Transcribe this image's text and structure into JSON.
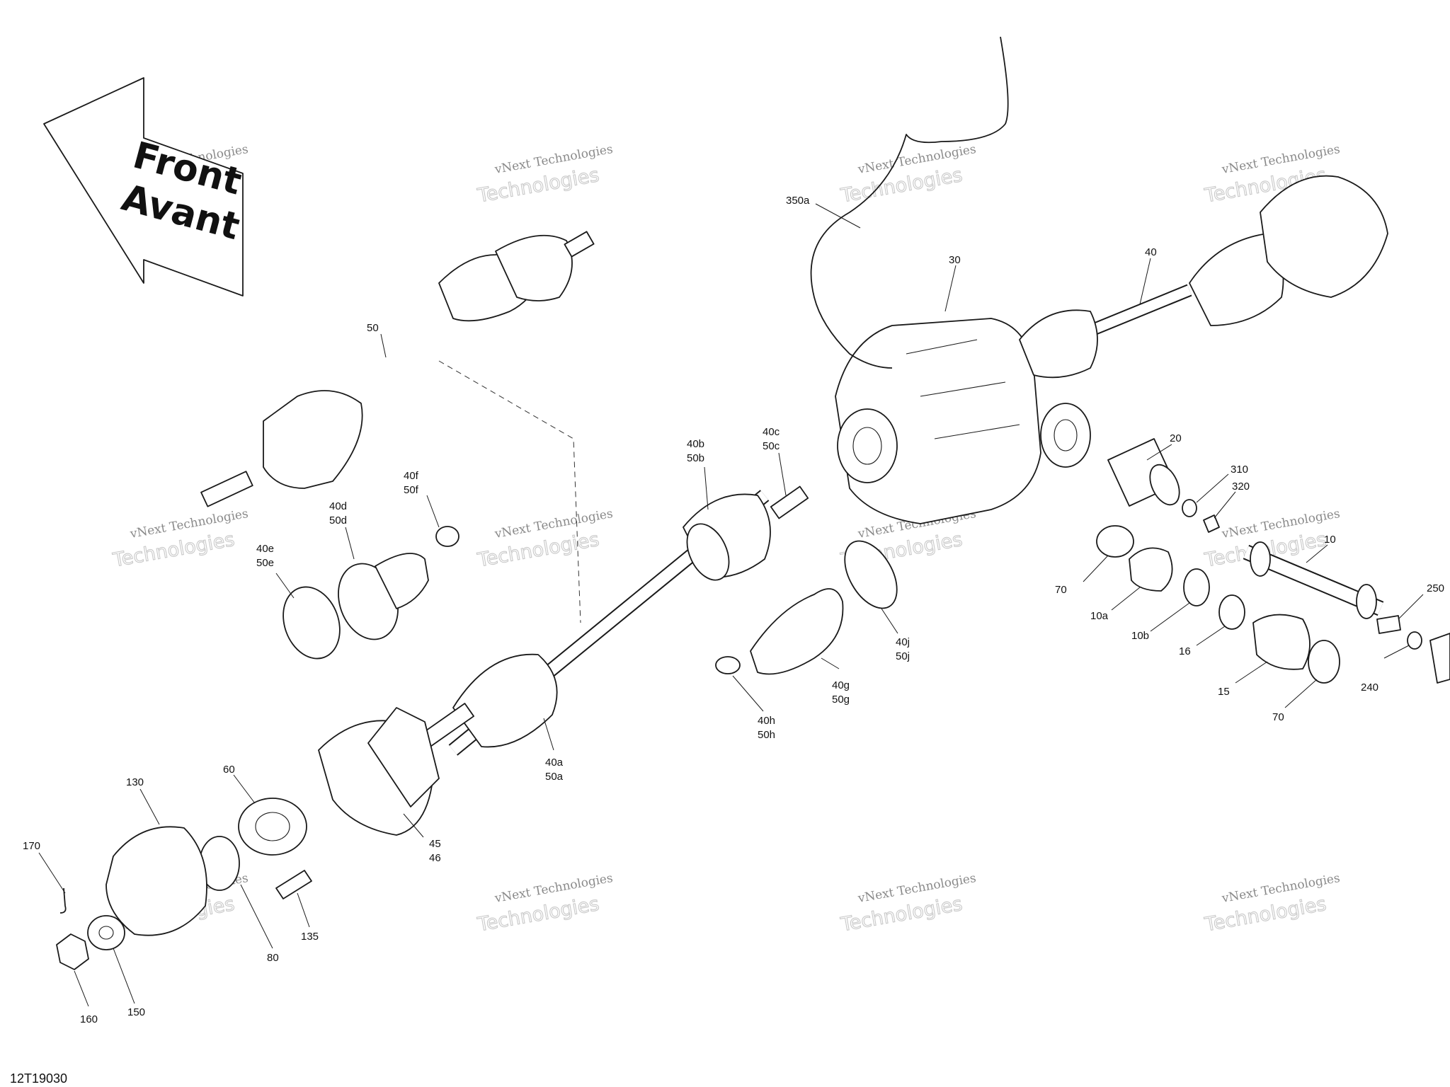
{
  "direction_arrow": {
    "line1": "Front",
    "line2": "Avant"
  },
  "watermark": {
    "line1": "vNext Technologies",
    "line2": "Technologies"
  },
  "document_id": "12T19030",
  "callouts": [
    "50",
    "40f",
    "50f",
    "40d",
    "50d",
    "40e",
    "50e",
    "40b",
    "50b",
    "40c",
    "50c",
    "350a",
    "30",
    "40",
    "20",
    "310",
    "320",
    "10",
    "70",
    "10a",
    "10b",
    "16",
    "15",
    "70",
    "250",
    "240",
    "40j",
    "50j",
    "40g",
    "50g",
    "40h",
    "50h",
    "40a",
    "50a",
    "60",
    "130",
    "45",
    "46",
    "170",
    "135",
    "80",
    "150",
    "160"
  ]
}
